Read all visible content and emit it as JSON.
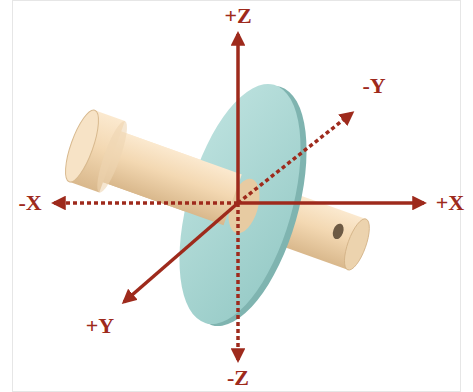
{
  "diagram": {
    "labels": [
      "+Z",
      "-Y",
      "-X",
      "+X",
      "+Y",
      "-Z"
    ]
  }
}
